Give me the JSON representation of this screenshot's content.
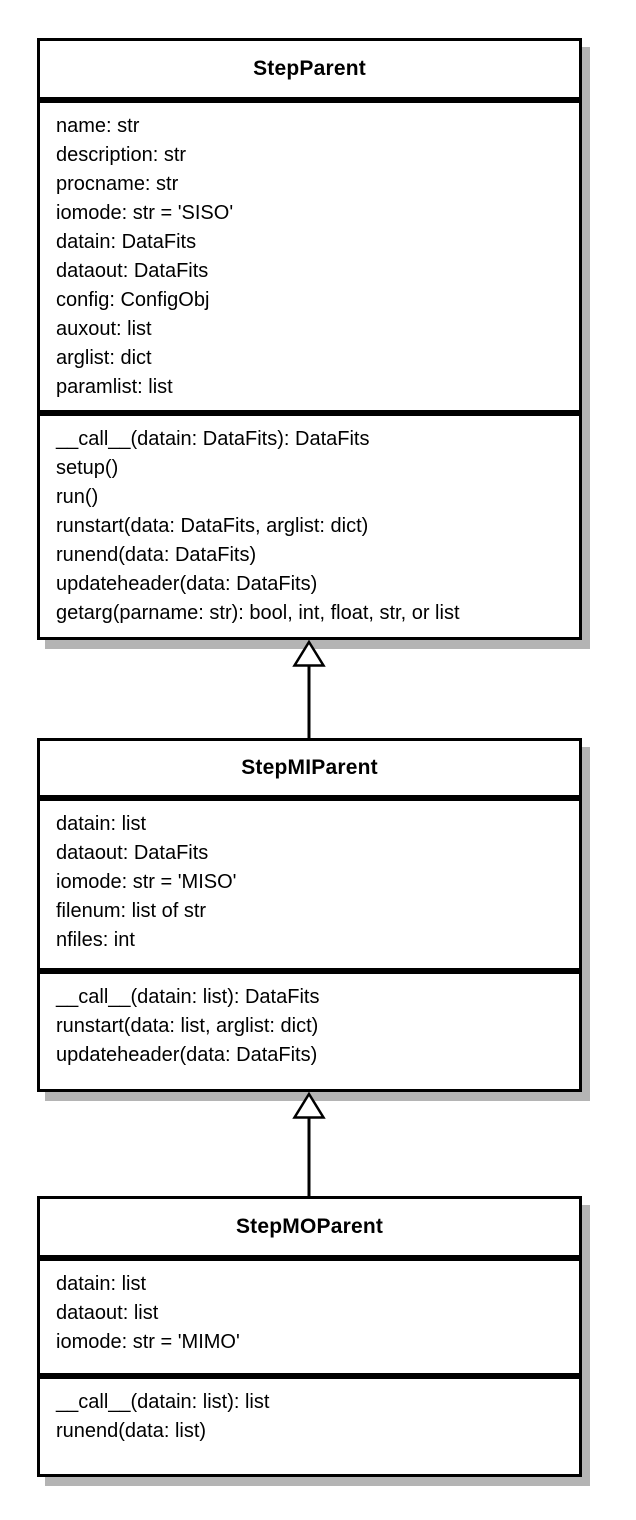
{
  "diagram": {
    "type": "uml-class-diagram",
    "colors": {
      "border": "#000000",
      "fill": "#ffffff",
      "background": "#ffffff",
      "shadow": "#b4b4b4",
      "shadow_seam": "#8b8b8b"
    },
    "classes": [
      {
        "name": "StepParent",
        "attributes": [
          "name: str",
          "description: str",
          "procname: str",
          "iomode: str = 'SISO'",
          "datain: DataFits",
          "dataout: DataFits",
          "config: ConfigObj",
          "auxout: list",
          "arglist: dict",
          "paramlist: list"
        ],
        "methods": [
          "__call__(datain: DataFits): DataFits",
          "setup()",
          "run()",
          "runstart(data: DataFits, arglist: dict)",
          "runend(data: DataFits)",
          "updateheader(data: DataFits)",
          "getarg(parname: str): bool, int, float, str, or list"
        ]
      },
      {
        "name": "StepMIParent",
        "attributes": [
          "datain: list",
          "dataout: DataFits",
          "iomode: str = 'MISO'",
          "filenum: list of str",
          "nfiles: int"
        ],
        "methods": [
          "__call__(datain: list): DataFits",
          "runstart(data: list, arglist: dict)",
          "updateheader(data: DataFits)"
        ]
      },
      {
        "name": "StepMOParent",
        "attributes": [
          "datain: list",
          "dataout: list",
          "iomode: str = 'MIMO'"
        ],
        "methods": [
          "__call__(datain: list): list",
          "runend(data: list)"
        ]
      }
    ],
    "relationships": [
      {
        "type": "inheritance",
        "from": "StepMIParent",
        "to": "StepParent"
      },
      {
        "type": "inheritance",
        "from": "StepMOParent",
        "to": "StepMIParent"
      }
    ]
  }
}
